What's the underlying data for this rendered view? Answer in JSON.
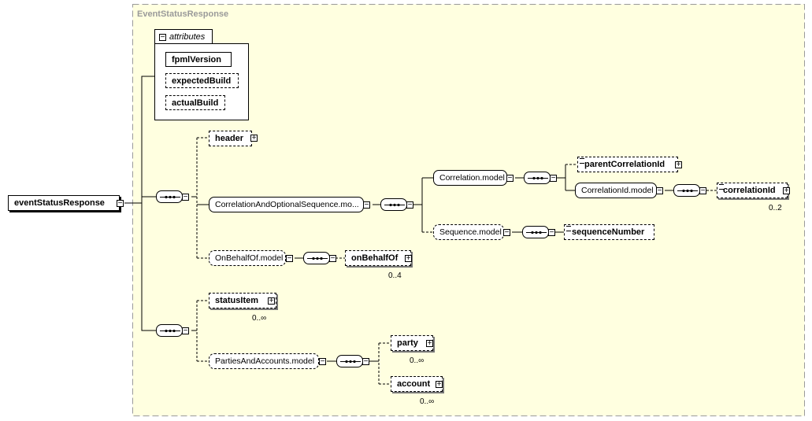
{
  "diagram": {
    "complex_type": "EventStatusResponse",
    "root_element": "eventStatusResponse",
    "attributes_label": "attributes",
    "attributes": [
      {
        "name": "fpmlVersion",
        "required": true
      },
      {
        "name": "expectedBuild",
        "required": false
      },
      {
        "name": "actualBuild",
        "required": false
      }
    ],
    "elements": {
      "header": "header",
      "correlation_and_optional_sequence_model": "CorrelationAndOptionalSequence.mo...",
      "correlation_model": "Correlation.model",
      "parent_correlation_id": "parentCorrelationId",
      "correlation_id_model": "CorrelationId.model",
      "correlation_id": "correlationId",
      "correlation_id_cardinality": "0..2",
      "sequence_model": "Sequence.model",
      "sequence_number": "sequenceNumber",
      "on_behalf_of_model": "OnBehalfOf.model",
      "on_behalf_of": "onBehalfOf",
      "on_behalf_of_cardinality": "0..4",
      "status_item": "statusItem",
      "status_item_cardinality": "0..∞",
      "parties_and_accounts_model": "PartiesAndAccounts.model",
      "party": "party",
      "party_cardinality": "0..∞",
      "account": "account",
      "account_cardinality": "0..∞"
    },
    "colors": {
      "background": "#ffffe0",
      "frame": "#9a9a9a",
      "title": "#9a9a9a"
    }
  }
}
